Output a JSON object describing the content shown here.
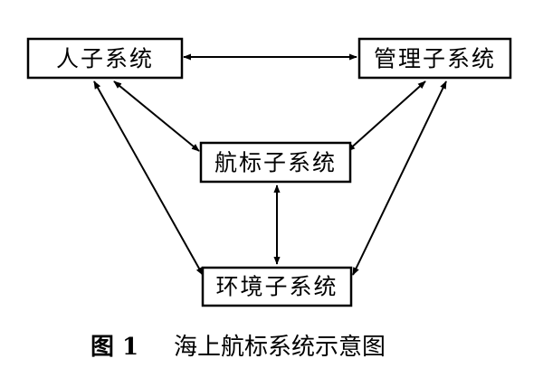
{
  "nodes": {
    "human": "人子系统",
    "management": "管理子系统",
    "aids": "航标子系统",
    "environment": "环境子系统"
  },
  "edges": [
    {
      "from": "human",
      "to": "management",
      "direction": "bidirectional"
    },
    {
      "from": "human",
      "to": "aids",
      "direction": "bidirectional"
    },
    {
      "from": "management",
      "to": "aids",
      "direction": "bidirectional"
    },
    {
      "from": "aids",
      "to": "environment",
      "direction": "bidirectional"
    },
    {
      "from": "human",
      "to": "environment",
      "direction": "bidirectional"
    },
    {
      "from": "management",
      "to": "environment",
      "direction": "bidirectional"
    }
  ],
  "caption": {
    "number": "图 1",
    "title": "海上航标系统示意图"
  }
}
